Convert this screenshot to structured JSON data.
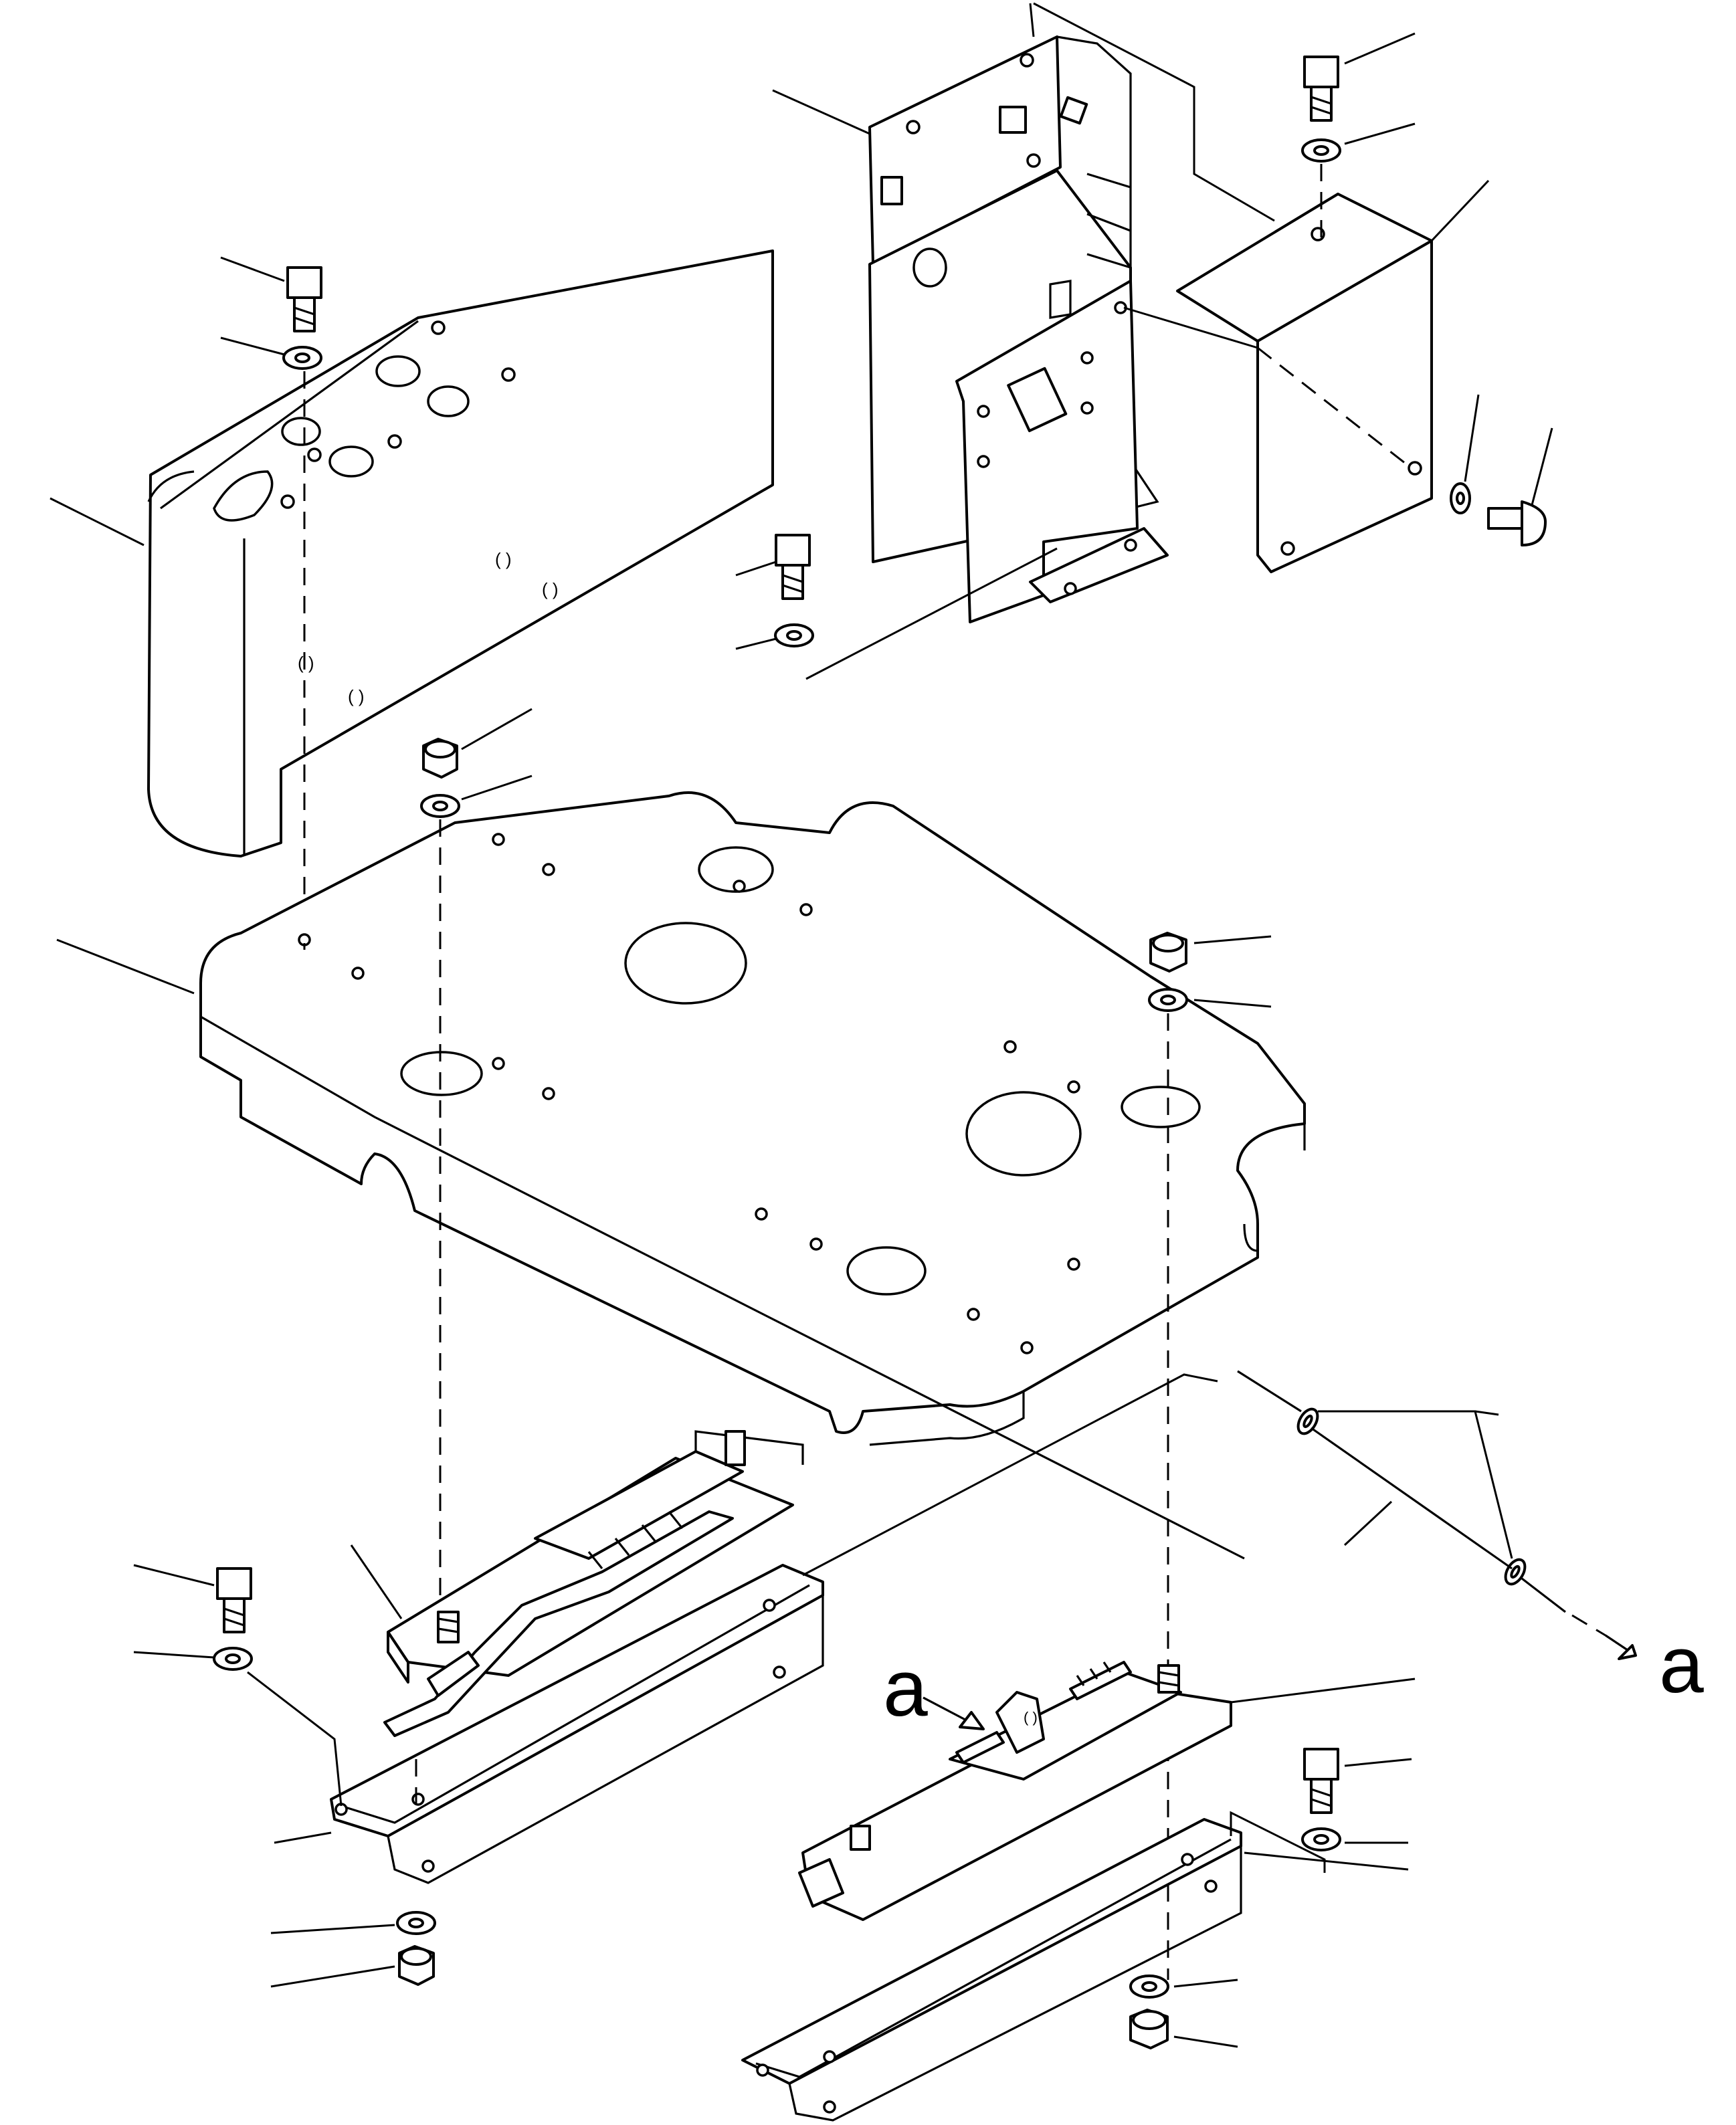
{
  "diagram": {
    "callout_letters": [
      {
        "id": "callout-a-left",
        "text": "a"
      },
      {
        "id": "callout-a-right",
        "text": "a"
      }
    ]
  }
}
